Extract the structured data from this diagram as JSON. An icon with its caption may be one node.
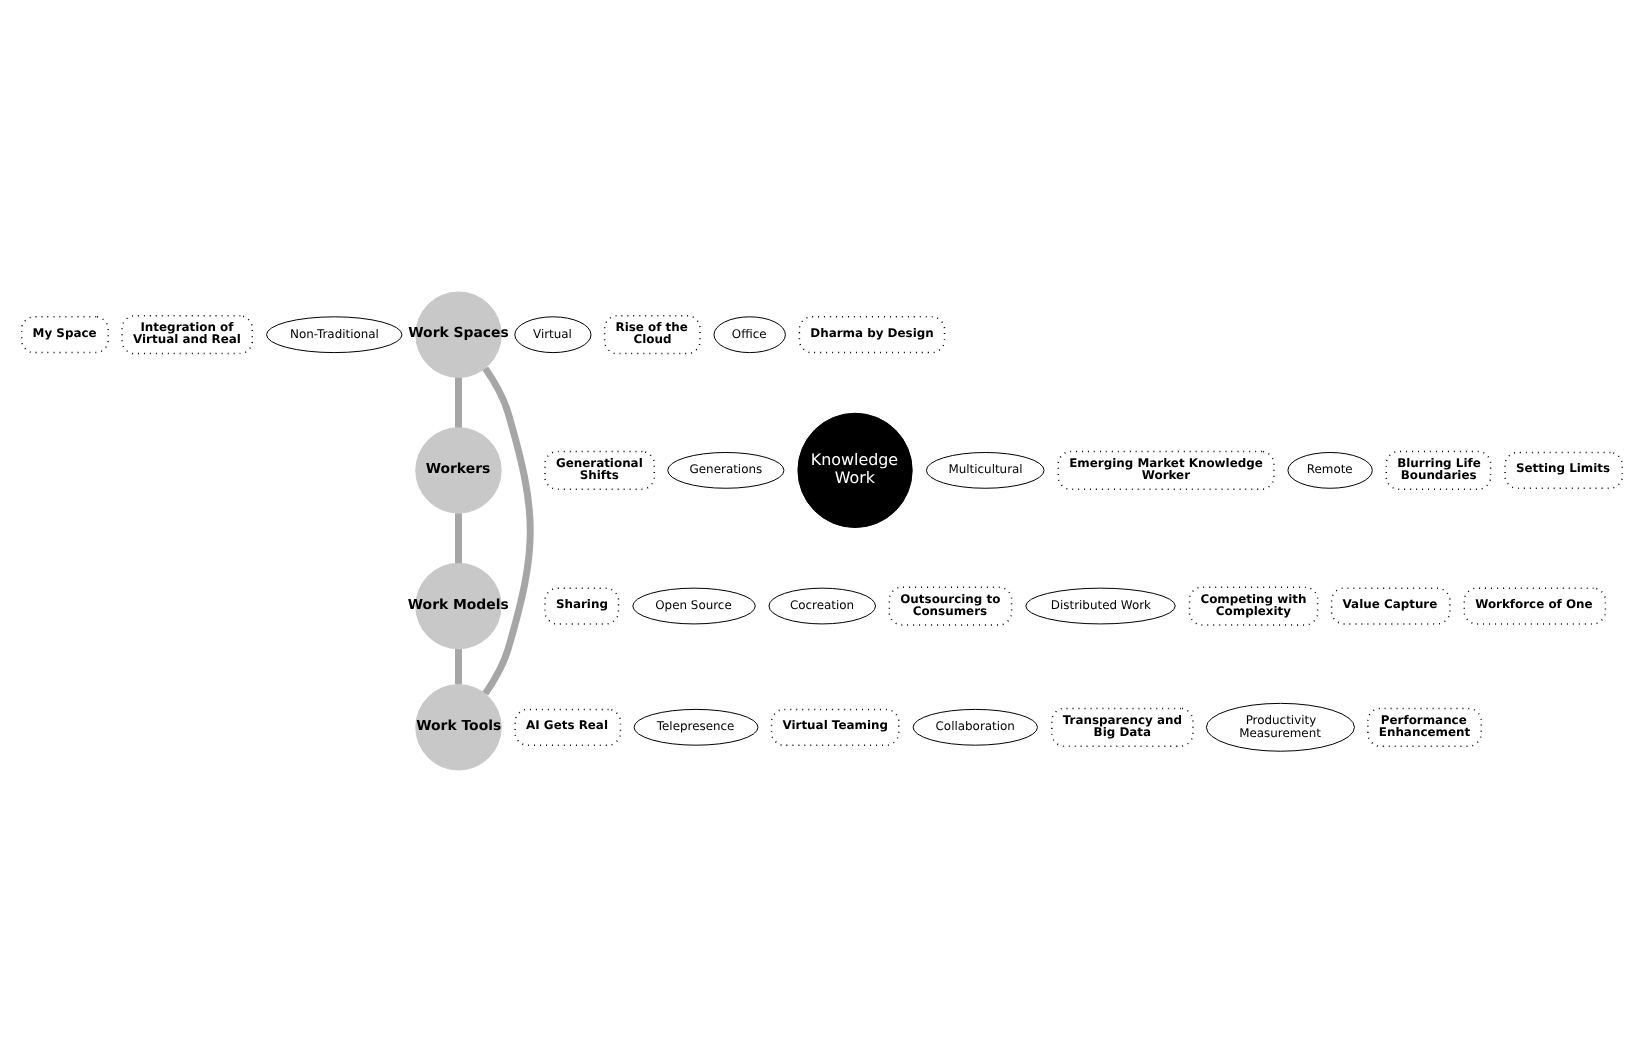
{
  "diagram": {
    "nodes": [
      {
        "text": [
          "Integration of Virtual and Real"
        ]
      },
      {
        "text": [
          "Rise of the Cloud"
        ]
      },
      {
        "text": [
          "My Space"
        ]
      },
      {
        "text": [
          "Virtual"
        ]
      },
      {
        "text": [
          "Dharma by Design"
        ]
      },
      {
        "text": [
          "Non-Traditional"
        ]
      },
      {
        "text": [
          "Office"
        ]
      },
      {
        "text": [
          "Work Spaces"
        ]
      },
      {
        "text": [
          "AI Gets Real"
        ]
      },
      {
        "text": [
          "Generational Shifts"
        ]
      },
      {
        "text": [
          "Telepresence"
        ]
      },
      {
        "text": [
          "Generations"
        ]
      },
      {
        "text": [
          "Work Tools"
        ]
      },
      {
        "text": [
          "Knowledge Work"
        ]
      },
      {
        "text": [
          "Workers"
        ]
      },
      {
        "text": [
          "Virtual Teaming"
        ]
      },
      {
        "text": [
          "Collaboration"
        ]
      },
      {
        "text": [
          "Multicultural"
        ]
      },
      {
        "text": [
          "Emerging Market Knowledge Worker"
        ]
      },
      {
        "text": [
          "Transparency and Big Data"
        ]
      },
      {
        "text": [
          "Productivity Measurement"
        ]
      },
      {
        "text": [
          "Remote"
        ]
      },
      {
        "text": [
          "Blurring Life Boundaries"
        ]
      },
      {
        "text": [
          "Performance Enhancement"
        ]
      },
      {
        "text": [
          "Setting Limits"
        ]
      },
      {
        "text": [
          "Work Models"
        ]
      },
      {
        "text": [
          "Open Source"
        ]
      },
      {
        "text": [
          "Distributed Work"
        ]
      },
      {
        "text": [
          "Competing with Complexity"
        ]
      },
      {
        "text": [
          "Cocreation"
        ]
      },
      {
        "text": [
          "Sharing"
        ]
      },
      {
        "text": [
          "Value Capture"
        ]
      },
      {
        "text": [
          "Workforce of One"
        ]
      },
      {
        "text": [
          "Outsourcing to Consumers"
        ]
      }
    ],
    "edges": [
      {
        "from": 7,
        "to": 14,
        "arrow": "none"
      },
      {
        "from": 14,
        "to": 25,
        "arrow": "none"
      },
      {
        "from": 25,
        "to": 12,
        "arrow": "none"
      },
      {
        "from": 12,
        "to": 7,
        "arrow": "none"
      }
    ]
  }
}
